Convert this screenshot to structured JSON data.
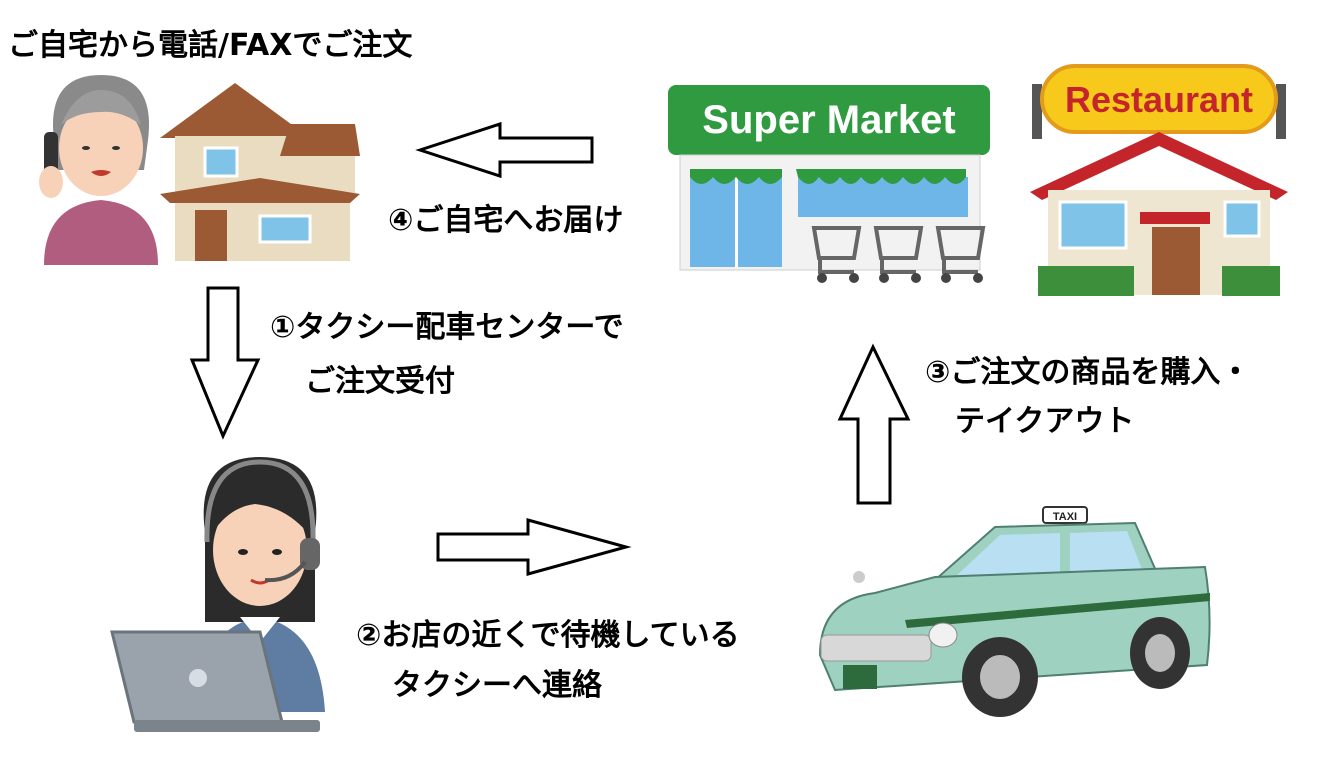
{
  "title": "ご自宅から電話/FAXでご注文",
  "steps": {
    "step1": {
      "line1": "①タクシー配車センターで",
      "line2": "ご注文受付"
    },
    "step2": {
      "line1": "②お店の近くで待機している",
      "line2": "タクシーへ連絡"
    },
    "step3": {
      "line1": "③ご注文の商品を購入・",
      "line2": "テイクアウト"
    },
    "step4": {
      "line1": "④ご自宅へお届け"
    }
  },
  "signs": {
    "supermarket": "Super Market",
    "restaurant": "Restaurant",
    "taxi": "TAXI"
  },
  "icons": [
    "grandmother-phone-icon",
    "house-icon",
    "operator-headset-icon",
    "laptop-icon",
    "supermarket-icon",
    "shopping-cart-icon",
    "restaurant-icon",
    "taxi-icon"
  ],
  "colors": {
    "supermarket_green": "#2f9a3f",
    "restaurant_red": "#c3252b",
    "restaurant_sign_yellow": "#f6c91a",
    "taxi_body": "#9fd1c0",
    "taxi_stripe": "#2e6b3c"
  }
}
